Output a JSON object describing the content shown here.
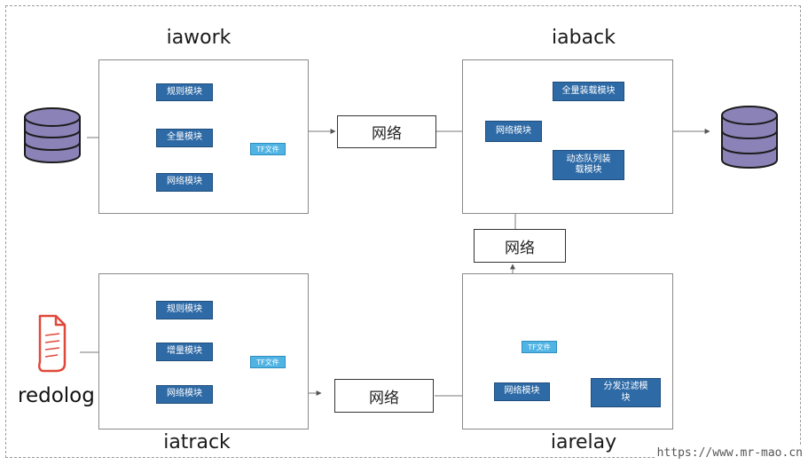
{
  "sections": {
    "iawork": {
      "title": "iawork",
      "boxes": {
        "rules": "规则模块",
        "full": "全量模块",
        "network": "网络模块"
      },
      "tf": "TF文件"
    },
    "iaback": {
      "title": "iaback",
      "boxes": {
        "network": "网络模块",
        "full_load": "全量装载模块",
        "queue_load": "动态队列装载模块"
      }
    },
    "iatrack": {
      "title": "iatrack",
      "boxes": {
        "rules": "规则模块",
        "incremental": "增量模块",
        "network": "网络模块"
      },
      "tf": "TF文件"
    },
    "iarelay": {
      "title": "iarelay",
      "boxes": {
        "network": "网络模块",
        "dispatch_filter": "分发过滤模块"
      },
      "tf": "TF文件"
    }
  },
  "network_labels": {
    "top": "网络",
    "middle": "网络",
    "bottom": "网络"
  },
  "redolog": {
    "label": "redolog",
    "icon": "document-icon"
  },
  "databases": {
    "source_icon": "database-icon",
    "target_icon": "database-icon"
  },
  "watermark": "https://www.mr-mao.cn",
  "colors": {
    "module": "#2e6aa6",
    "tf": "#4fb3e3",
    "database": "#8b83b8",
    "document": "#e0483a"
  }
}
